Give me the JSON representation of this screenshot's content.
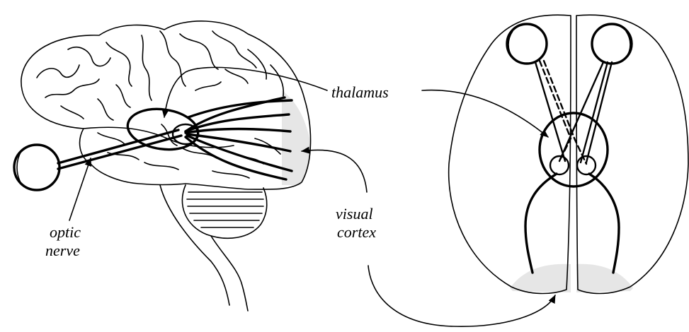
{
  "labels": {
    "thalamus": "thalamus",
    "optic_nerve_line1": "optic",
    "optic_nerve_line2": "nerve",
    "visual_cortex_line1": "visual",
    "visual_cortex_line2": "cortex"
  },
  "colors": {
    "ink": "#000000",
    "cortex_fill": "#e6e6e6",
    "background": "#ffffff"
  }
}
